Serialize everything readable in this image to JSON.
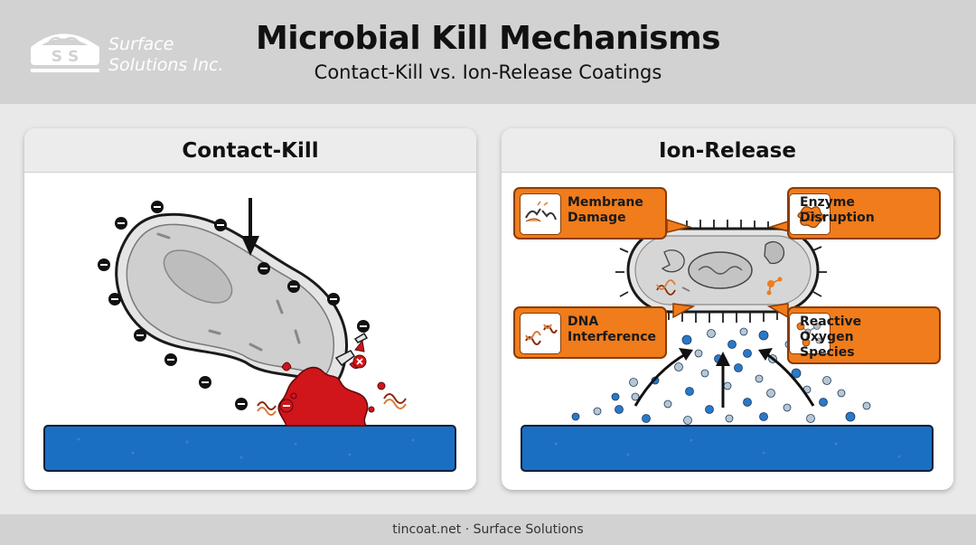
{
  "header": {
    "title": "Microbial Kill Mechanisms",
    "subtitle": "Contact-Kill vs. Ion-Release Coatings",
    "logo_line1": "Surface",
    "logo_line2": "Solutions Inc.",
    "logo_letters": "S  S"
  },
  "panels": {
    "contact_kill": {
      "title": "Contact-Kill"
    },
    "ion_release": {
      "title": "Ion-Release",
      "callouts": {
        "membrane": {
          "line1": "Membrane",
          "line2": "Damage"
        },
        "enzyme": {
          "line1": "Enzyme",
          "line2": "Disruption"
        },
        "dna": {
          "line1": "DNA",
          "line2": "Interference"
        },
        "ros": {
          "line1": "Reactive",
          "line2": "Oxygen",
          "line3": "Species"
        }
      }
    }
  },
  "footer": {
    "text": "tincoat.net · Surface Solutions"
  },
  "colors": {
    "substrate": "#1a6fc2",
    "callout": "#f07c1b",
    "blood": "#d0151b",
    "ion_blue": "#2a78c8",
    "ion_light": "#b8c6d4"
  }
}
